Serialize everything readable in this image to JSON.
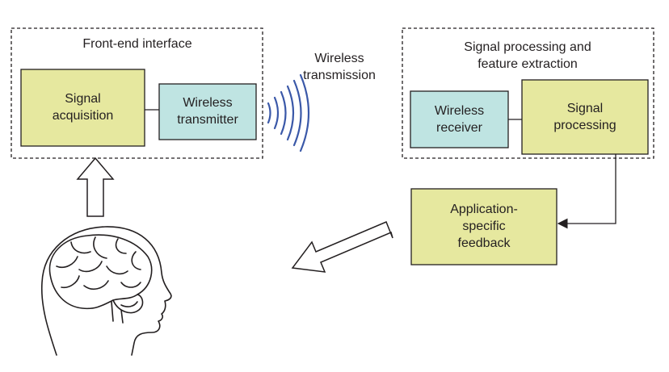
{
  "front_end": {
    "title": "Front-end interface",
    "signal_acquisition": [
      "Signal",
      "acquisition"
    ],
    "wireless_transmitter": [
      "Wireless",
      "transmitter"
    ]
  },
  "wireless_transmission": [
    "Wireless",
    "transmission"
  ],
  "processing": {
    "title": [
      "Signal processing and",
      "feature extraction"
    ],
    "wireless_receiver": [
      "Wireless",
      "receiver"
    ],
    "signal_processing": [
      "Signal",
      "processing"
    ]
  },
  "feedback": [
    "Application-",
    "specific",
    "feedback"
  ],
  "colors": {
    "yellow_box": "#e6e89f",
    "teal_box": "#bfe4e2",
    "wave": "#3a58a8",
    "stroke": "#231f20"
  },
  "icons": {
    "head": "head-profile-with-brain-icon",
    "up_arrow": "up-arrow-icon",
    "diagonal_arrow": "diagonal-arrow-icon",
    "waves": "wireless-waves-icon"
  }
}
